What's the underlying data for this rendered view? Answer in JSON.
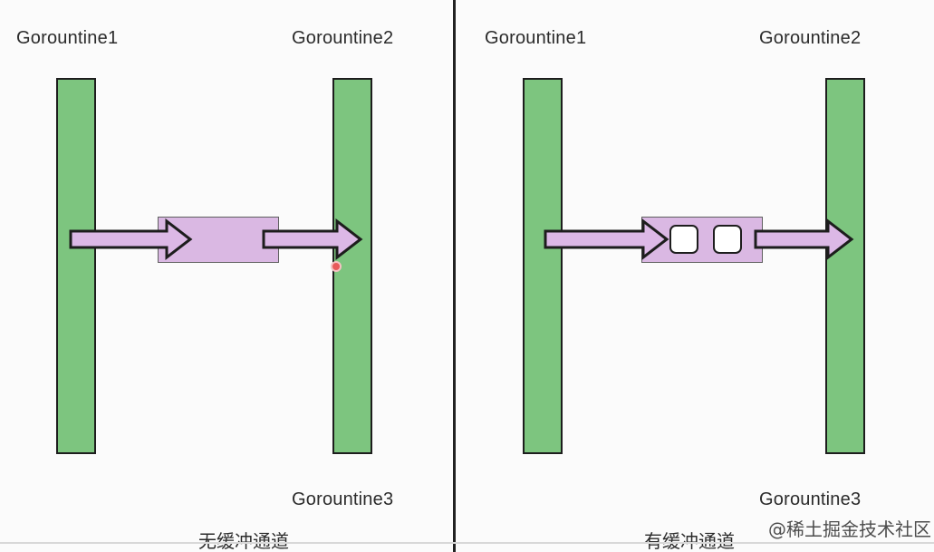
{
  "left_panel": {
    "goroutine1_label": "Gorountine1",
    "goroutine2_label": "Gorountine2",
    "goroutine3_label": "Gorountine3",
    "caption": "无缓冲通道"
  },
  "right_panel": {
    "goroutine1_label": "Gorountine1",
    "goroutine2_label": "Gorountine2",
    "goroutine3_label": "Gorountine3",
    "caption": "有缓冲通道"
  },
  "watermark": "@稀土掘金技术社区",
  "colors": {
    "goroutine_bar": "#7dc57f",
    "channel_box": "#dab8e3",
    "arrow_fill": "#dcb8e6",
    "outline": "#1d1d1d"
  }
}
